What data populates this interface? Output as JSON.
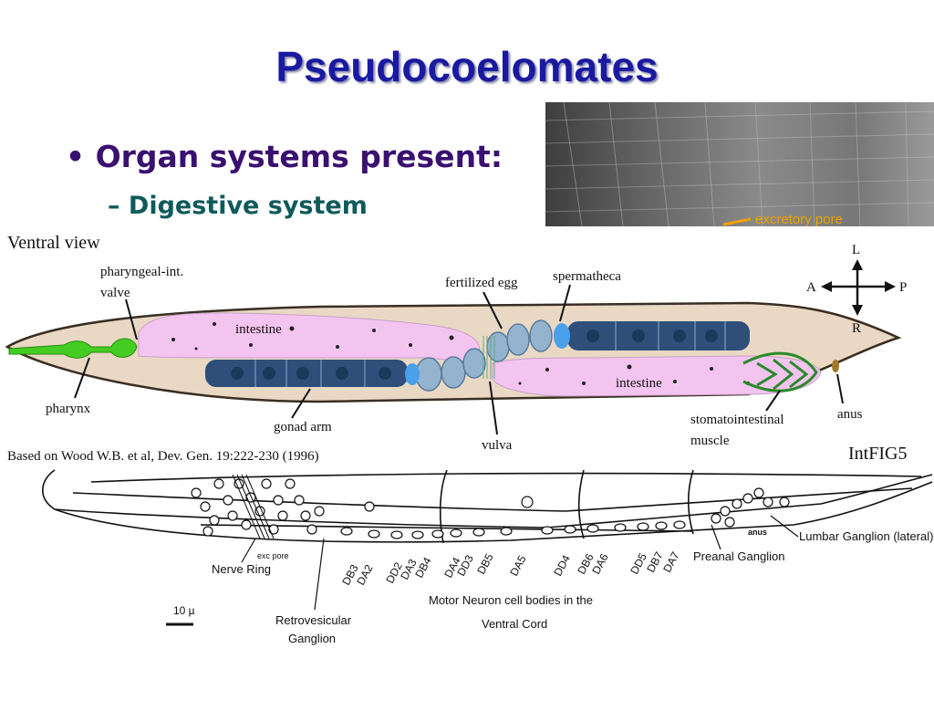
{
  "slide": {
    "title": "Pseudocoelomates",
    "bullet": "Organ systems present:",
    "subbullet": "Digestive system"
  },
  "photo": {
    "label": "excretory pore"
  },
  "ventral_diagram": {
    "heading": "Ventral view",
    "labels": {
      "pharyngeal_valve_1": "pharyngeal-int.",
      "pharyngeal_valve_2": "valve",
      "intestine_top": "intestine",
      "fertilized_egg": "fertilized egg",
      "spermatheca": "spermatheca",
      "intestine_bottom": "intestine",
      "pharynx": "pharynx",
      "gonad_arm": "gonad arm",
      "vulva": "vulva",
      "stomatointestinal_1": "stomatointestinal",
      "stomatointestinal_2": "muscle",
      "anus": "anus"
    },
    "compass": {
      "L": "L",
      "A": "A",
      "P": "P",
      "R": "R"
    },
    "citation": "Based on Wood W.B. et al, Dev. Gen. 19:222-230 (1996)",
    "fig_id": "IntFIG5"
  },
  "neuron_diagram": {
    "labels": {
      "nerve_ring": "Nerve Ring",
      "exc_pore": "exc pore",
      "retro_1": "Retrovesicular",
      "retro_2": "Ganglion",
      "motor_1": "Motor Neuron cell bodies in the",
      "motor_2": "Ventral Cord",
      "preanal": "Preanal Ganglion",
      "lumbar": "Lumbar Ganglion (lateral)",
      "anus": "anus",
      "scale": "10 µ"
    },
    "neurons": {
      "n1": "DB3",
      "n2": "DA2",
      "n3": "DD2",
      "n4": "DA3",
      "n5": "DB4",
      "n6": "DA4",
      "n7": "DD3",
      "n8": "DB5",
      "n9": "DA5",
      "n10": "DD4",
      "n11": "DB6",
      "n12": "DA6",
      "n13": "DD5",
      "n14": "DB7",
      "n15": "DA7"
    }
  },
  "colors": {
    "title": "#1a1aa0",
    "bullet": "#3a1070",
    "subbullet": "#0f5a5a",
    "body": "#e8d8c4",
    "intestine": "#f4c4f0",
    "gonad": "#2f4f7a",
    "pharynx": "#44cc22",
    "egg": "#93b3cf",
    "muscle": "#2a8a2a"
  }
}
